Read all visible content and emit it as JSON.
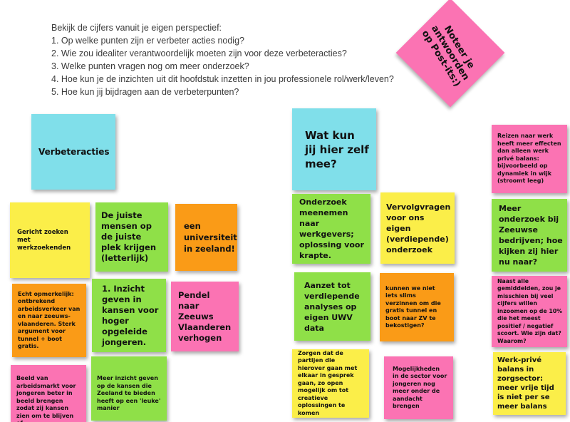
{
  "intro": {
    "heading": "Bekijk de cijfers vanuit je eigen perspectief:",
    "questions": [
      "1. Op welke punten zijn er verbeter acties nodig?",
      "2. Wie zou idealiter verantwoordelijk moeten zijn voor deze verbeteracties?",
      "3. Welke punten vragen nog om meer onderzoek?",
      "4. Hoe kun je de inzichten uit dit hoofdstuk inzetten in jou professionele rol/werk/leven?",
      "5. Hoe kun jij bijdragen aan de verbeterpunten?"
    ]
  },
  "rotated_note": {
    "text": "Noteer je antwoorden op Post-its:)"
  },
  "left": {
    "header": "Verbeteracties",
    "notes": [
      "Gericht zoeken met werkzoekenden",
      "De juiste mensen op de juiste plek krijgen (letterlijk)",
      "een universiteit in zeeland!",
      "Echt opmerkelijk: ontbrekend arbeidsverkeer van en naar zeeuws-vlaanderen. Sterk argument voor tunnel + boot gratis.",
      "1. Inzicht geven in kansen voor hoger opgeleide jongeren.",
      "Pendel naar Zeeuws Vlaanderen verhogen",
      "Beeld van arbeidsmarkt voor jongeren beter in beeld brengen zodat zij kansen zien om te blijven of",
      "Meer inzicht geven op de kansen die Zeeland te bieden heeft op een 'leuke' manier"
    ]
  },
  "right": {
    "header": "Wat kun jij hier zelf mee?",
    "notes": [
      "Onderzoek meenemen naar werkgevers; oplossing voor krapte.",
      "Vervolgvragen voor ons eigen (verdiepende) onderzoek",
      "Aanzet tot verdiepende analyses op eigen UWV data",
      "kunnen we niet iets slims verzinnen om die gratis tunnel en boot naar ZV te bekostigen?",
      "Zorgen dat de partijen die hierover gaan met elkaar in gesprek gaan, zo open mogelijk om tot creatieve oplossingen te komen",
      "Mogelijkheden in de sector voor jongeren nog meer onder de aandacht brengen"
    ]
  },
  "far_right": {
    "notes": [
      "Reizen naar werk heeft meer effecten dan alleen werk privé balans: bijvoorbeeld op dynamiek in wijk (stroomt leeg)",
      "Meer onderzoek bij Zeeuwse bedrijven; hoe kijken zij hier nu naar?",
      "Naast alle gemiddelden, zou je misschien bij veel cijfers willen inzoomen op de 10% die het meest positief / negatief scoort. Wie zijn dat? Waarom?",
      "Werk-privé balans in zorgsector: meer vrije tijd is niet per se meer balans"
    ]
  }
}
